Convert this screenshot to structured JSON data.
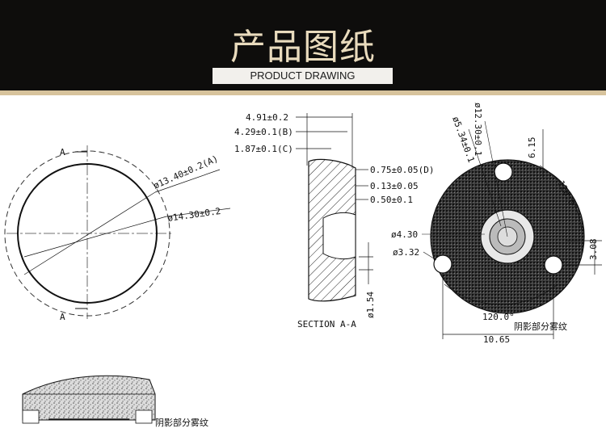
{
  "header": {
    "title": "产品图纸",
    "subtitle": "PRODUCT DRAWING"
  },
  "drawing": {
    "front_view": {
      "section_mark_top": "A",
      "section_mark_bottom": "A",
      "dim_diameter_inner": "ø13.40±0.2(A)",
      "dim_diameter_outer": "ø14.30±0.2"
    },
    "section_view": {
      "dim_width_total": "4.91±0.2",
      "dim_width_b": "4.29±0.1(B)",
      "dim_width_c": "1.87±0.1(C)",
      "dim_d": "0.75±0.05(D)",
      "dim_step": "0.13±0.05",
      "dim_lip": "0.50±0.1",
      "dim_hole": "ø1.54",
      "caption": "SECTION A-A"
    },
    "back_view": {
      "dim_pcd": "ø12.30±0.1",
      "dim_center_bore": "ø5.34±0.1",
      "dim_notch": "6.15",
      "angle_right": "120.0°",
      "angle_bottom": "120.0°",
      "dim_bore_inner": "ø4.30",
      "dim_pin": "ø3.32",
      "dim_offset": "3.08",
      "dim_span": "10.65",
      "note_textured": "阴影部分雾纹"
    },
    "side_view": {
      "note_textured": "阴影部分雾纹"
    }
  }
}
